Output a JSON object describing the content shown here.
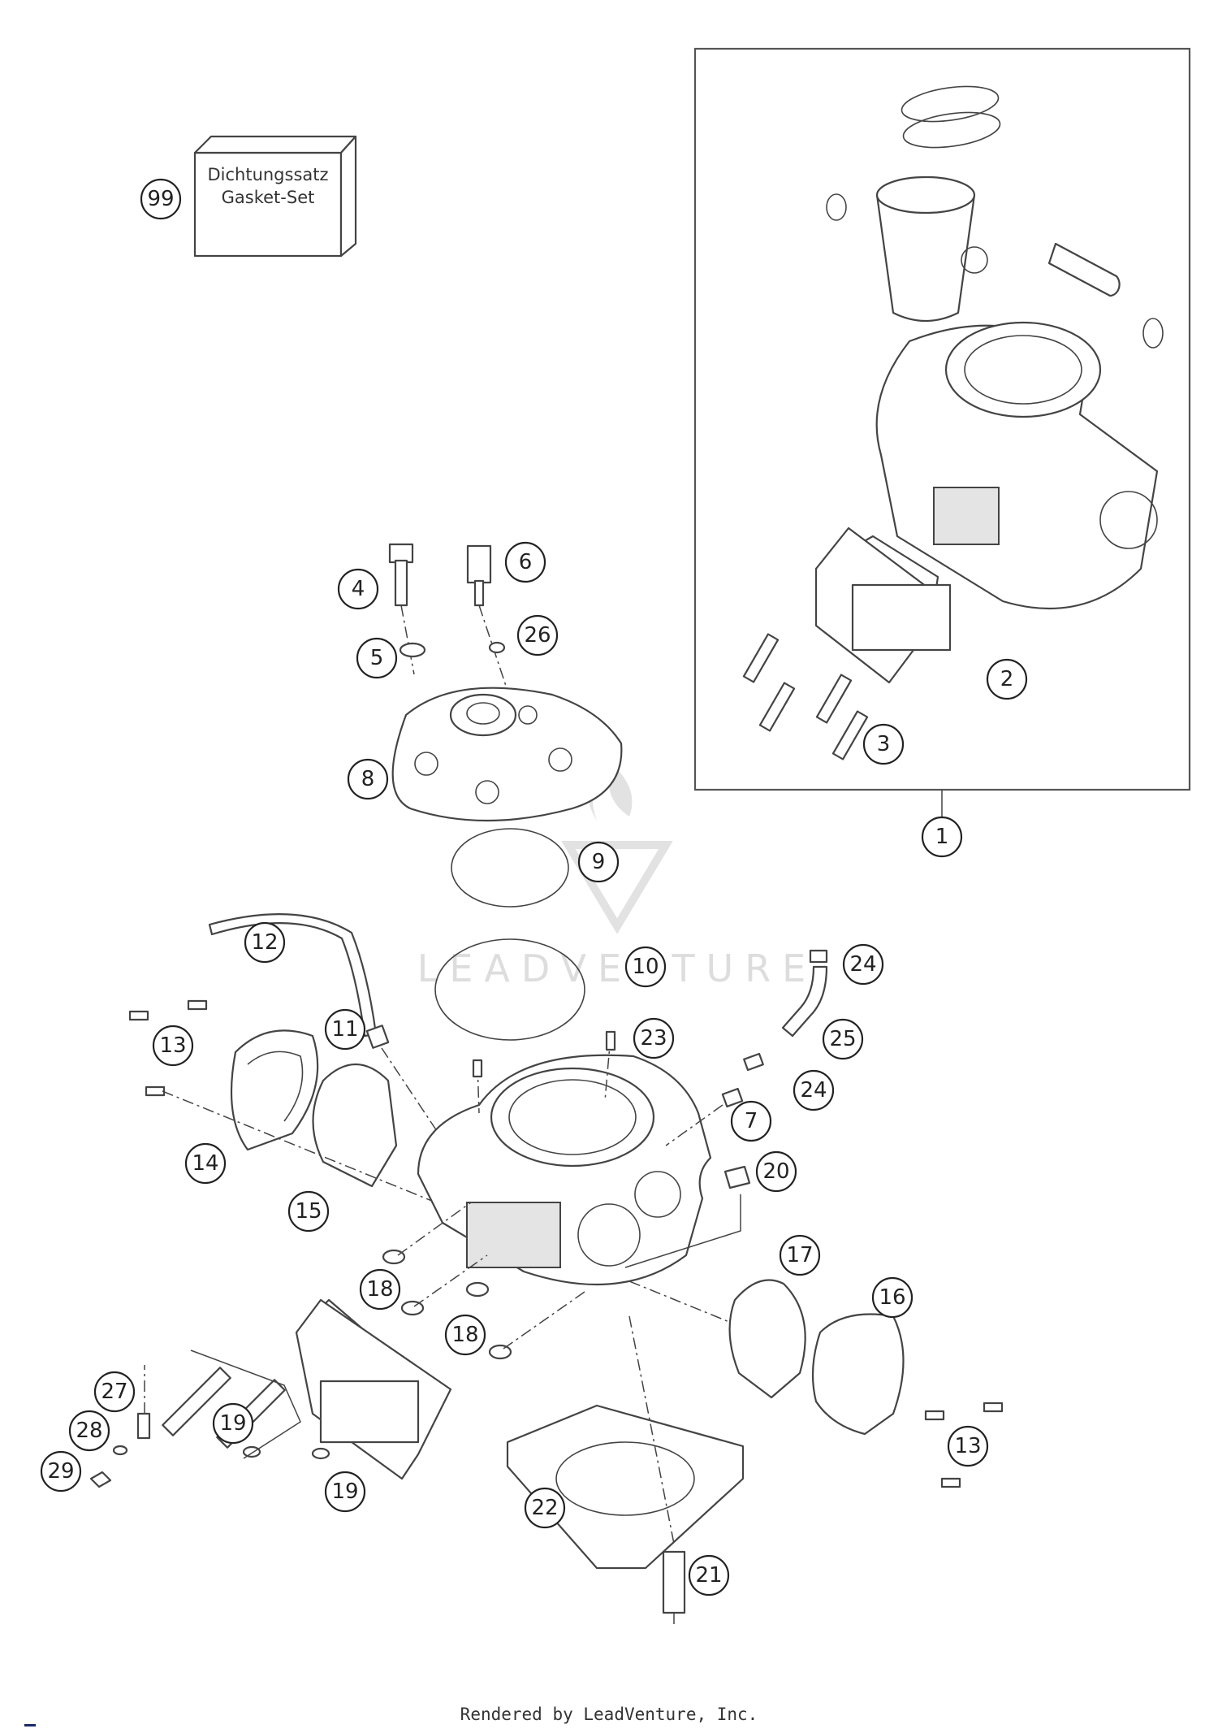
{
  "gasket_box": {
    "line1": "Dichtungssatz",
    "line2": "Gasket-Set",
    "ref": "99"
  },
  "watermark": {
    "text": "LEADVENTURE"
  },
  "callouts": {
    "c1": "1",
    "c2": "2",
    "c3": "3",
    "c4": "4",
    "c5": "5",
    "c6": "6",
    "c7": "7",
    "c8": "8",
    "c9": "9",
    "c10": "10",
    "c11": "11",
    "c12": "12",
    "c13a": "13",
    "c13b": "13",
    "c14": "14",
    "c15": "15",
    "c16": "16",
    "c17": "17",
    "c18a": "18",
    "c18b": "18",
    "c19a": "19",
    "c19b": "19",
    "c20": "20",
    "c21": "21",
    "c22": "22",
    "c23": "23",
    "c24a": "24",
    "c24b": "24",
    "c25": "25",
    "c26": "26",
    "c27": "27",
    "c28": "28",
    "c29": "29"
  },
  "footer": {
    "text": "Rendered by LeadVenture, Inc."
  },
  "colors": {
    "line": "#444444",
    "brand": "#1a2a6c"
  }
}
